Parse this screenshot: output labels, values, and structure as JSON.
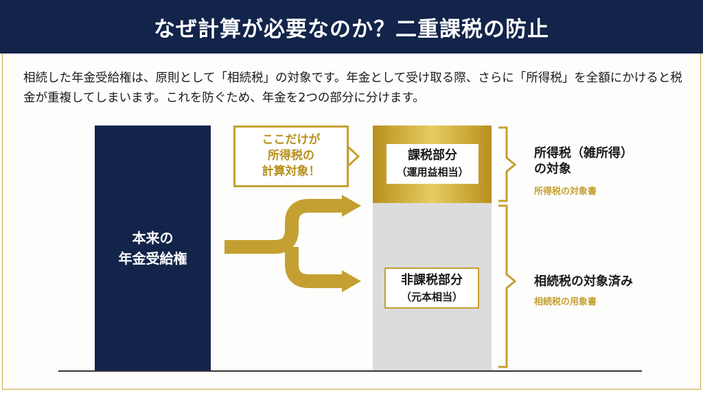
{
  "title": "なぜ計算が必要なのか？二重課税の防止",
  "intro": "相続した年金受給権は、原則として「相続税」の対象です。年金として受け取る際、さらに「所得税」を全額にかけると税金が重複してしまいます。これを防ぐため、年金を2つの部分に分けます。",
  "diagram": {
    "source_line1": "本来の",
    "source_line2": "年金受給権",
    "callout_line1": "ここだけが",
    "callout_line2": "所得税の",
    "callout_line3": "計算対象！",
    "taxable_label": "課税部分",
    "taxable_sub": "（運用益相当）",
    "nontaxable_label": "非課税部分",
    "nontaxable_sub": "（元本相当）",
    "taxable_desc_line1": "所得税（雑所得）",
    "taxable_desc_line2": "の対象",
    "taxable_note": "所得税の対象書",
    "nontaxable_desc": "相続税の対象済み",
    "nontaxable_note": "相続税の用象書"
  },
  "colors": {
    "navy": "#13244a",
    "gold": "#c4a032",
    "grey": "#dcdcdc"
  }
}
